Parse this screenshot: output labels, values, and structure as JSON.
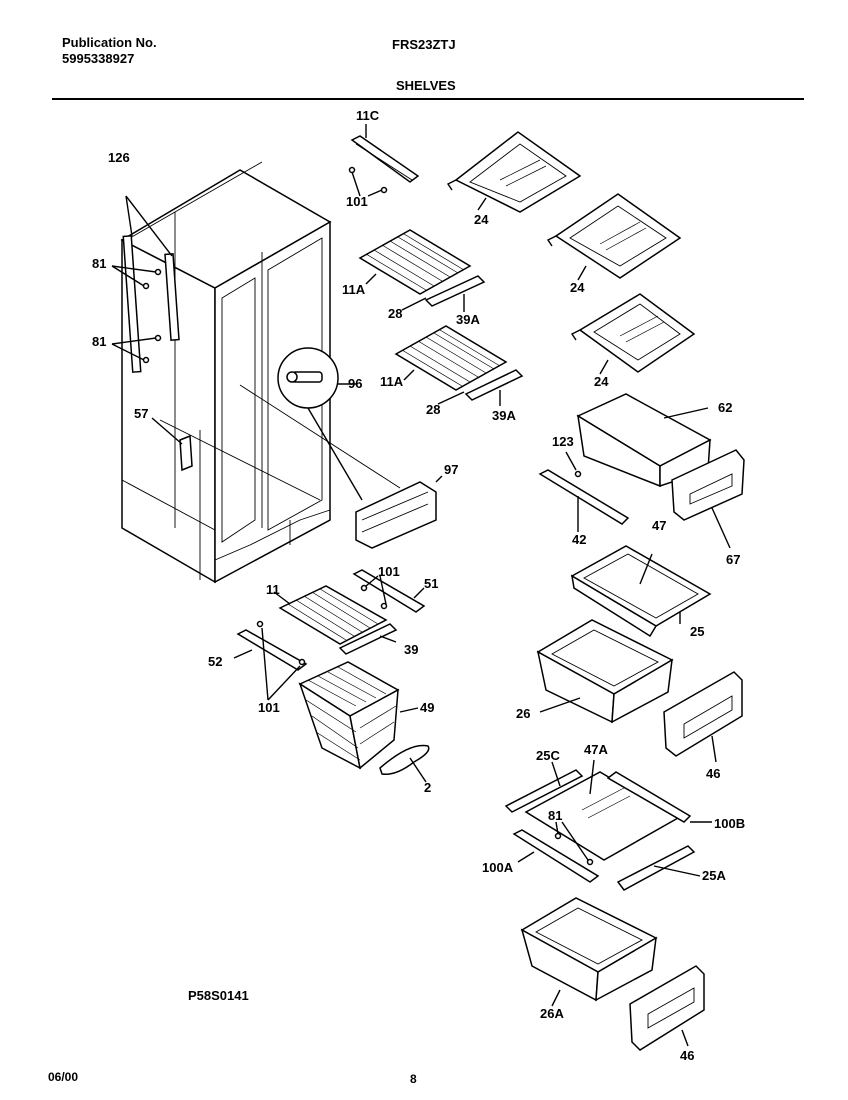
{
  "header": {
    "publication_label": "Publication No.",
    "publication_number": "5995338927",
    "model": "FRS23ZTJ",
    "section": "SHELVES"
  },
  "footer": {
    "date": "06/00",
    "page": "8",
    "diagram_code": "P58S0141"
  },
  "labels": {
    "l126": "126",
    "l81a": "81",
    "l81b": "81",
    "l57": "57",
    "l96": "96",
    "l97": "97",
    "l11c": "11C",
    "l101a": "101",
    "l11a1": "11A",
    "l28a": "28",
    "l39a1": "39A",
    "l11a2": "11A",
    "l28b": "28",
    "l39a2": "39A",
    "l24a": "24",
    "l24b": "24",
    "l24c": "24",
    "l62": "62",
    "l123": "123",
    "l42": "42",
    "l67": "67",
    "l47": "47",
    "l25": "25",
    "l26": "26",
    "l46a": "46",
    "l25c": "25C",
    "l47a": "47A",
    "l81c": "81",
    "l100b": "100B",
    "l100a": "100A",
    "l25a": "25A",
    "l26a": "26A",
    "l46b": "46",
    "l11": "11",
    "l101b": "101",
    "l51": "51",
    "l39": "39",
    "l52": "52",
    "l101c": "101",
    "l49": "49",
    "l2": "2"
  }
}
